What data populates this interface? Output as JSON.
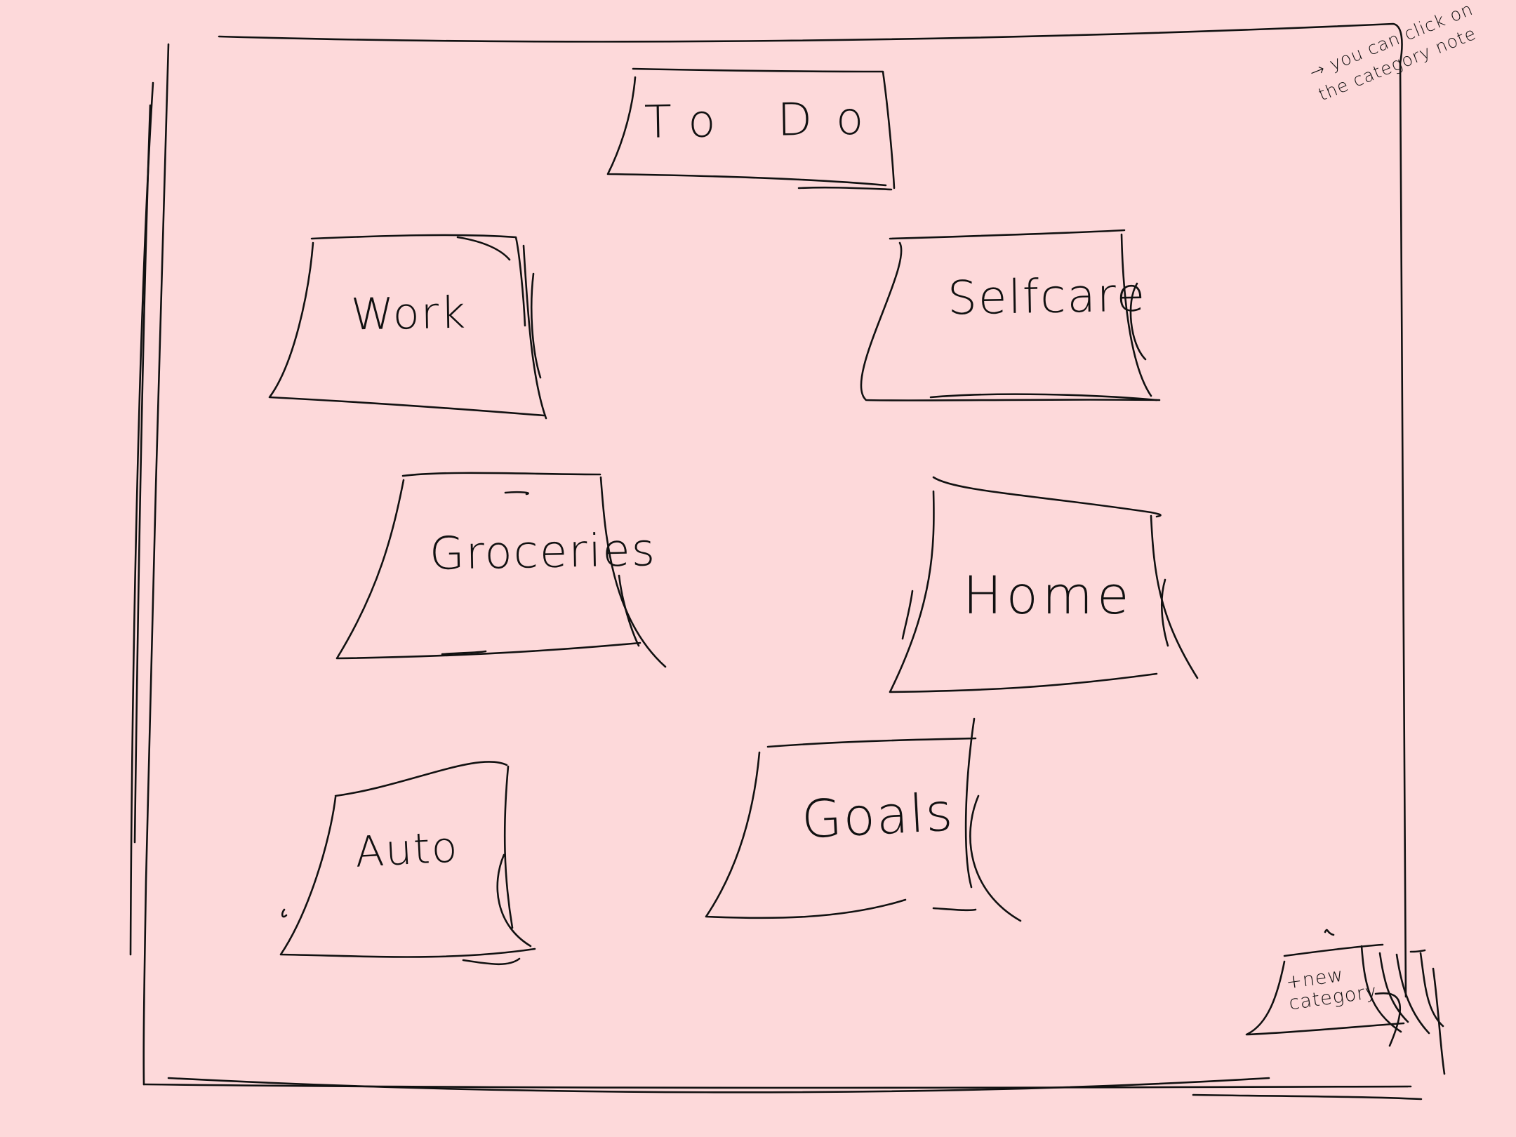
{
  "page": {
    "background": "#fdd9da",
    "ink": "#111111"
  },
  "header": {
    "title": "To Do"
  },
  "hint": {
    "text": "→ you can click on the category note"
  },
  "categories": [
    {
      "id": "work",
      "label": "Work"
    },
    {
      "id": "selfcare",
      "label": "Selfcare"
    },
    {
      "id": "groceries",
      "label": "Groceries"
    },
    {
      "id": "home",
      "label": "Home"
    },
    {
      "id": "auto",
      "label": "Auto"
    },
    {
      "id": "goals",
      "label": "Goals"
    }
  ],
  "new_category": {
    "label": "+new category"
  }
}
